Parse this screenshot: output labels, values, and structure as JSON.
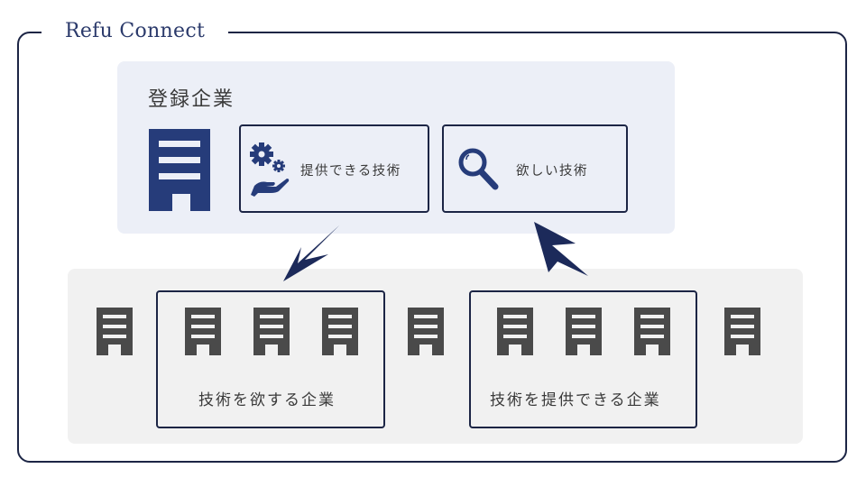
{
  "header": {
    "title": "Refu Connect"
  },
  "registered_company": {
    "title": "登録企業",
    "offer_box": {
      "label": "提供できる技術",
      "icon": "gears-hand-icon"
    },
    "want_box": {
      "label": "欲しい技術",
      "icon": "magnifier-icon"
    }
  },
  "market": {
    "seeking_group": {
      "label": "技術を欲する企業",
      "count": 3
    },
    "providing_group": {
      "label": "技術を提供できる企業",
      "count": 3
    },
    "standalone_count": 3
  },
  "colors": {
    "navy": "#263c7a",
    "frame": "#1c2545",
    "building_gray": "#4a4a4a",
    "panel_blue": "#eceff7",
    "panel_gray": "#f1f1f1"
  }
}
